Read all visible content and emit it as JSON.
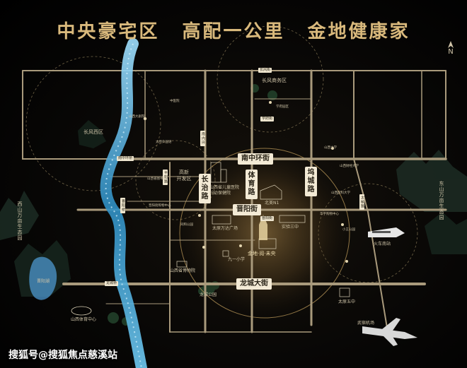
{
  "headline": {
    "part1": "中央豪宅区",
    "part2": "高配一公里",
    "part3": "金地健康家"
  },
  "compass": {
    "letter": "N"
  },
  "roads": {
    "nanzhong_huanjie": "南中环街",
    "jinyang_jie": "晋阳街",
    "longcheng_dajie": "龙城大街",
    "changzhi_lu": "长治路",
    "tiyu_lu": "体育路",
    "wucheng_lu": "坞城路",
    "pingyang_lu": "平阳路",
    "changfeng_jie": "长风街",
    "xuefu_jie": "学府街",
    "nanneihuan": "南内环",
    "nanzhonghuan_bridge": "南中环桥",
    "jinyang_bridge": "晋阳桥",
    "longcheng_bridge": "龙城桥",
    "tai_yu_lu": "太榆路",
    "jinyang_street2": "晋阳街"
  },
  "places": {
    "changfeng_business": "长风商务区",
    "changfeng_west": "长风西区",
    "gaoxin_kaifaqu": "高新\n开发区",
    "xishan_eco": "西山万亩生态园",
    "dongshan_eco": "东山万亩生态园",
    "jinyang_lake": "晋阳湖",
    "shanxi_sports": "山西体育中心",
    "shanxi_museum": "山西省博物院",
    "beimei_n1": "北美N1",
    "taiyuan_wanda": "太原万达广场",
    "shiyan_sanzhong": "实验三中",
    "jiuyi_xiaoxue": "九一小学",
    "jindi_project": "金地·阅·未央",
    "women_children_hospital": "山西省儿童医院\n妇幼保健院",
    "longcheng_park": "龙城公园",
    "train_station": "火车南站",
    "wusu_airport": "武宿机场",
    "taiyuan_wuzhong": "太原五中",
    "shanxi_grand_theatre": "山西大剧院",
    "shanxi_university_finance": "山西财经大学",
    "shanxi_university": "山西大学",
    "shanxi_medical": "山西医科大学",
    "huayu_mall": "华宇购物中心",
    "jinyang_mall": "晋阳街购物中心",
    "shanxi_library": "山西省图书馆",
    "taiyuan_high": "太原外国语",
    "xiaowang_park": "小王公园",
    "zhongyi_hospital": "中医院",
    "xiaodian": "学府园区",
    "tonghe_park": "同和公园"
  },
  "watermark": "搜狐号@搜狐焦点慈溪站",
  "colors": {
    "road": "#a99a7c",
    "label_bg": "#f3ead5",
    "headline": "#d9b97c",
    "river": "#3aa6d8",
    "glow": "#b08a4c"
  }
}
